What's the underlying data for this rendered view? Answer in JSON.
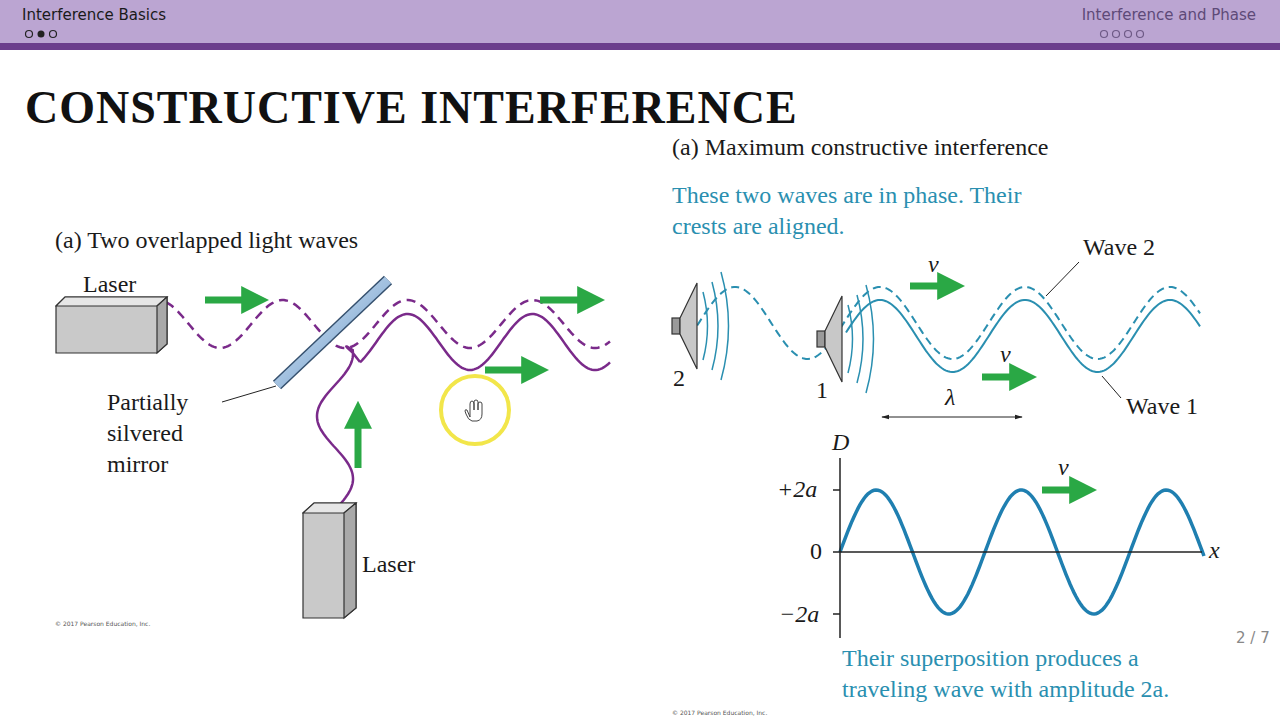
{
  "diagram": {
    "title": "CONSTRUCTIVE INTERFERENCE",
    "nodes": [
      {
        "text": [
          "Interference Basics",
          "Interference and Phase"
        ]
      },
      {
        "text": [
          "Laser"
        ]
      },
      {
        "text": [
          "Laser"
        ]
      }
    ],
    "labels": [
      "(a) Two overlapped light waves",
      "Partially silvered mirror",
      "(a) Maximum constructive interference",
      "These two waves are in phase. Their crests are aligned.",
      "Wave 2",
      "Wave 1",
      "v",
      "v",
      "2",
      "1",
      "λ",
      "D",
      "+2a",
      "0",
      "−2a",
      "x",
      "v",
      "Their superposition produces a traveling wave with amplitude 2a.",
      "2 / 7",
      "© 2017 Pearson Education, Inc.",
      "© 2017 Pearson Education, Inc."
    ]
  }
}
